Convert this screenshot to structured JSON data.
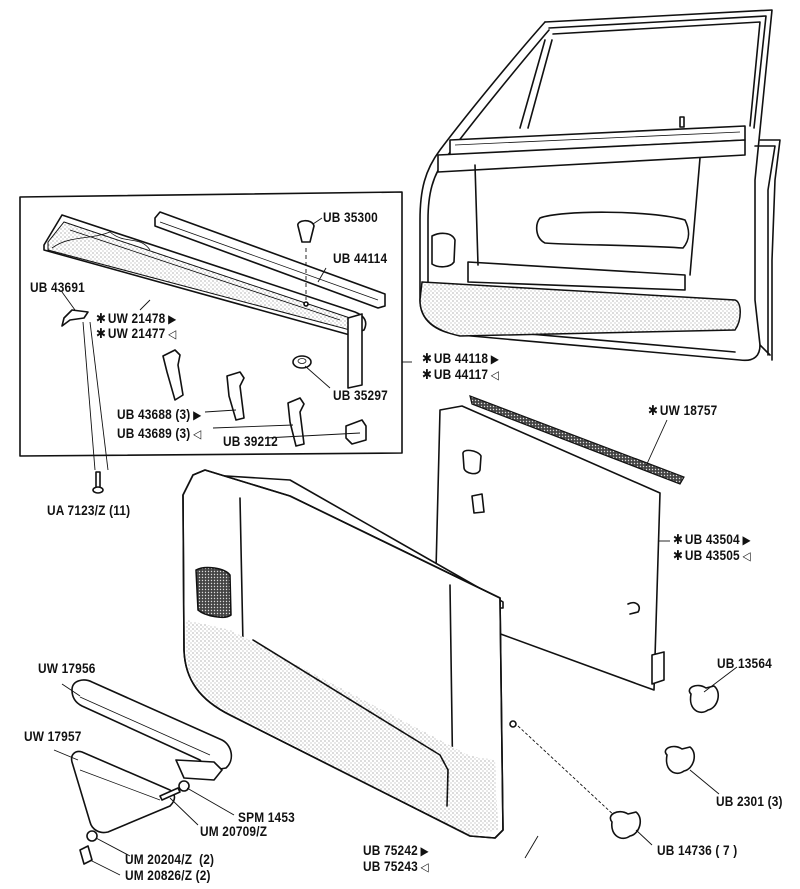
{
  "diagram": {
    "type": "exploded-parts-diagram",
    "subject": "Front door trim panel assembly",
    "legend_symbols": {
      "asterisk": "*",
      "filled_triangle": "▶",
      "open_triangle": "◁"
    },
    "inset_box_parts": [
      {
        "id": "ub35300",
        "code": "UB 35300",
        "qty": "",
        "star": "",
        "mark": ""
      },
      {
        "id": "ub44114",
        "code": "UB 44114",
        "qty": "",
        "star": "",
        "mark": ""
      },
      {
        "id": "ub43691",
        "code": "UB 43691",
        "qty": "",
        "star": "",
        "mark": ""
      },
      {
        "id": "uw21478",
        "code": "UW 21478",
        "qty": "",
        "star": "✱",
        "mark": "▶"
      },
      {
        "id": "uw21477",
        "code": "UW 21477",
        "qty": "",
        "star": "✱",
        "mark": "◁"
      },
      {
        "id": "ub35297",
        "code": "UB 35297",
        "qty": "",
        "star": "",
        "mark": ""
      },
      {
        "id": "ub43688",
        "code": "UB 43688",
        "qty": "(3)",
        "star": "",
        "mark": "▶"
      },
      {
        "id": "ub43689",
        "code": "UB 43689",
        "qty": "(3)",
        "star": "",
        "mark": "◁"
      },
      {
        "id": "ub39212",
        "code": "UB 39212",
        "qty": "",
        "star": "",
        "mark": ""
      }
    ],
    "inset_group_labels": [
      {
        "id": "ub44118",
        "code": "UB 44118",
        "star": "✱",
        "mark": "▶"
      },
      {
        "id": "ub44117",
        "code": "UB 44117",
        "star": "✱",
        "mark": "◁"
      }
    ],
    "parts": [
      {
        "id": "ua7123z",
        "code": "UA 7123/Z",
        "qty": "(11)",
        "star": "",
        "mark": ""
      },
      {
        "id": "uw18757",
        "code": "UW 18757",
        "qty": "",
        "star": "✱",
        "mark": ""
      },
      {
        "id": "ub43504",
        "code": "UB 43504",
        "qty": "",
        "star": "✱",
        "mark": "▶"
      },
      {
        "id": "ub43505",
        "code": "UB 43505",
        "qty": "",
        "star": "✱",
        "mark": "◁"
      },
      {
        "id": "ub13564",
        "code": "UB 13564",
        "qty": "",
        "star": "",
        "mark": ""
      },
      {
        "id": "ub2301",
        "code": "UB 2301",
        "qty": "(3)",
        "star": "",
        "mark": ""
      },
      {
        "id": "ub14736",
        "code": "UB 14736",
        "qty": "( 7 )",
        "star": "",
        "mark": ""
      },
      {
        "id": "ub75242",
        "code": "UB 75242",
        "qty": "",
        "star": "",
        "mark": "▶"
      },
      {
        "id": "ub75243",
        "code": "UB 75243",
        "qty": "",
        "star": "",
        "mark": "◁"
      },
      {
        "id": "uw17956",
        "code": "UW 17956",
        "qty": "",
        "star": "",
        "mark": ""
      },
      {
        "id": "uw17957",
        "code": "UW 17957",
        "qty": "",
        "star": "",
        "mark": ""
      },
      {
        "id": "spm1453",
        "code": "SPM 1453",
        "qty": "",
        "star": "",
        "mark": ""
      },
      {
        "id": "um20709z",
        "code": "UM 20709/Z",
        "qty": "",
        "star": "",
        "mark": ""
      },
      {
        "id": "um20204z",
        "code": "UM 20204/Z",
        "qty": "(2)",
        "star": "",
        "mark": ""
      },
      {
        "id": "um20826z",
        "code": "UM 20826/Z",
        "qty": "(2)",
        "star": "",
        "mark": ""
      }
    ],
    "components_drawn": [
      "door-shell-icon",
      "door-capping-icon",
      "capping-channel-icon",
      "trim-clip-icon",
      "bracket-icon",
      "screw-icon",
      "seal-strip-icon",
      "moisture-sheet-icon",
      "trim-panel-icon",
      "armrest-icon",
      "armrest-base-icon",
      "fastener-clip-icon",
      "washer-icon"
    ]
  }
}
